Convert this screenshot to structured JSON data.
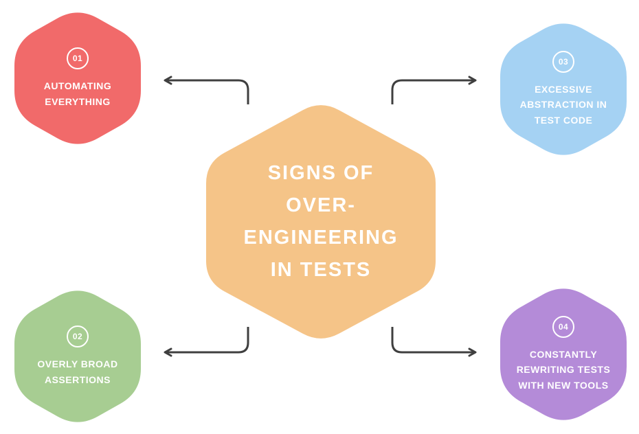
{
  "center": {
    "title": "SIGNS OF\nOVER-\nENGINEERING\nIN TESTS",
    "color": "#F5C488"
  },
  "connectors": {
    "color": "#3F3F3F"
  },
  "nodes": [
    {
      "number": "01",
      "label": "AUTOMATING\nEVERYTHING",
      "color": "#F16A6A",
      "position": "top-left"
    },
    {
      "number": "02",
      "label": "OVERLY BROAD\nASSERTIONS",
      "color": "#A7CD92",
      "position": "bottom-left"
    },
    {
      "number": "03",
      "label": "EXCESSIVE\nABSTRACTION IN\nTEST CODE",
      "color": "#A5D2F3",
      "position": "top-right"
    },
    {
      "number": "04",
      "label": "CONSTANTLY\nREWRITING TESTS\nWITH NEW TOOLS",
      "color": "#B48BD8",
      "position": "bottom-right"
    }
  ]
}
